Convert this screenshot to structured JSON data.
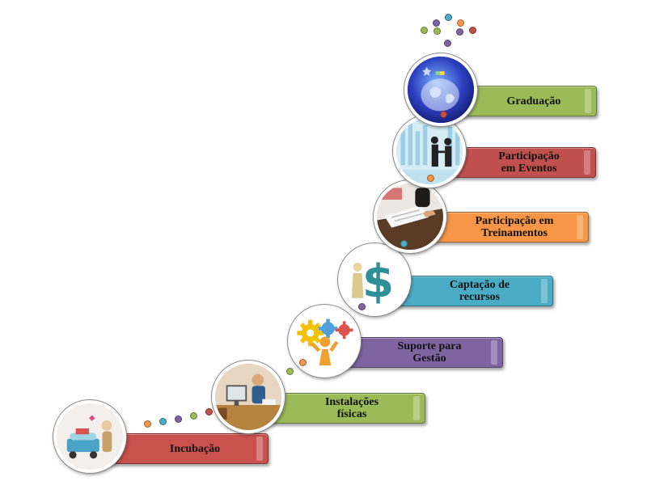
{
  "steps": [
    {
      "label": "Incubação",
      "color": "#c9514e",
      "icon": "incubation-icon"
    },
    {
      "label": "Instalações\nfísicas",
      "color": "#9bbb59",
      "icon": "office-workplace-icon"
    },
    {
      "label": "Suporte para\nGestão",
      "color": "#8064a2",
      "icon": "gears-management-icon"
    },
    {
      "label": "Captação de\nrecursos",
      "color": "#4bacc6",
      "icon": "dollar-sign-icon"
    },
    {
      "label": "Participação  em\nTreinamentos",
      "color": "#f79646",
      "icon": "training-desk-icon"
    },
    {
      "label": "Participação\nem Eventos",
      "color": "#c0504d",
      "icon": "handshake-event-icon"
    },
    {
      "label": "Graduação",
      "color": "#9bbb59",
      "icon": "globe-graduation-icon"
    }
  ],
  "dot_colors": [
    "#f79646",
    "#4bacc6",
    "#8064a2",
    "#9bbb59",
    "#c0504d"
  ]
}
